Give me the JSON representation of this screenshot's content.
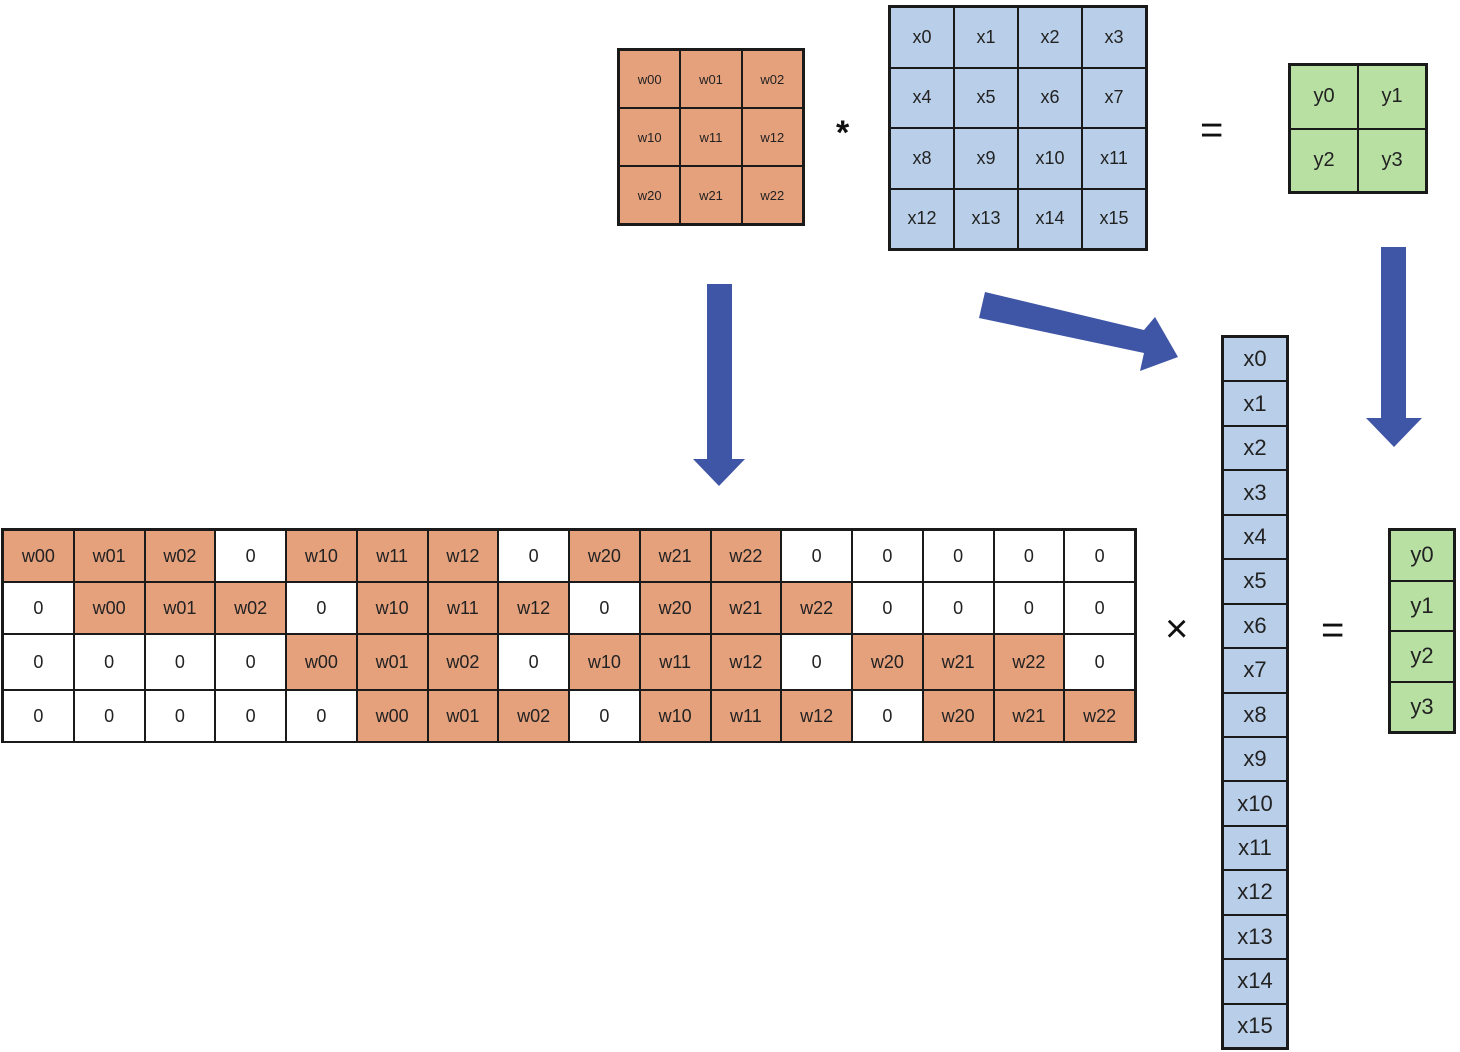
{
  "colors": {
    "weight": "#e5a07c",
    "input": "#b9cfe9",
    "output": "#b8e0a3",
    "zero": "#ffffff",
    "arrow": "#3f55a6"
  },
  "kernel": [
    [
      "w00",
      "w01",
      "w02"
    ],
    [
      "w10",
      "w11",
      "w12"
    ],
    [
      "w20",
      "w21",
      "w22"
    ]
  ],
  "input": [
    [
      "x0",
      "x1",
      "x2",
      "x3"
    ],
    [
      "x4",
      "x5",
      "x6",
      "x7"
    ],
    [
      "x8",
      "x9",
      "x10",
      "x11"
    ],
    [
      "x12",
      "x13",
      "x14",
      "x15"
    ]
  ],
  "output": [
    [
      "y0",
      "y1"
    ],
    [
      "y2",
      "y3"
    ]
  ],
  "operators": {
    "convolve": "*",
    "equals_top": "=",
    "times": "×",
    "equals_bottom": "="
  },
  "sparse_matrix": [
    [
      "w00",
      "w01",
      "w02",
      "0",
      "w10",
      "w11",
      "w12",
      "0",
      "w20",
      "w21",
      "w22",
      "0",
      "0",
      "0",
      "0",
      "0"
    ],
    [
      "0",
      "w00",
      "w01",
      "w02",
      "0",
      "w10",
      "w11",
      "w12",
      "0",
      "w20",
      "w21",
      "w22",
      "0",
      "0",
      "0",
      "0"
    ],
    [
      "0",
      "0",
      "0",
      "0",
      "w00",
      "w01",
      "w02",
      "0",
      "w10",
      "w11",
      "w12",
      "0",
      "w20",
      "w21",
      "w22",
      "0"
    ],
    [
      "0",
      "0",
      "0",
      "0",
      "0",
      "w00",
      "w01",
      "w02",
      "0",
      "w10",
      "w11",
      "w12",
      "0",
      "w20",
      "w21",
      "w22"
    ]
  ],
  "input_vector": [
    "x0",
    "x1",
    "x2",
    "x3",
    "x4",
    "x5",
    "x6",
    "x7",
    "x8",
    "x9",
    "x10",
    "x11",
    "x12",
    "x13",
    "x14",
    "x15"
  ],
  "output_vector": [
    "y0",
    "y1",
    "y2",
    "y3"
  ]
}
